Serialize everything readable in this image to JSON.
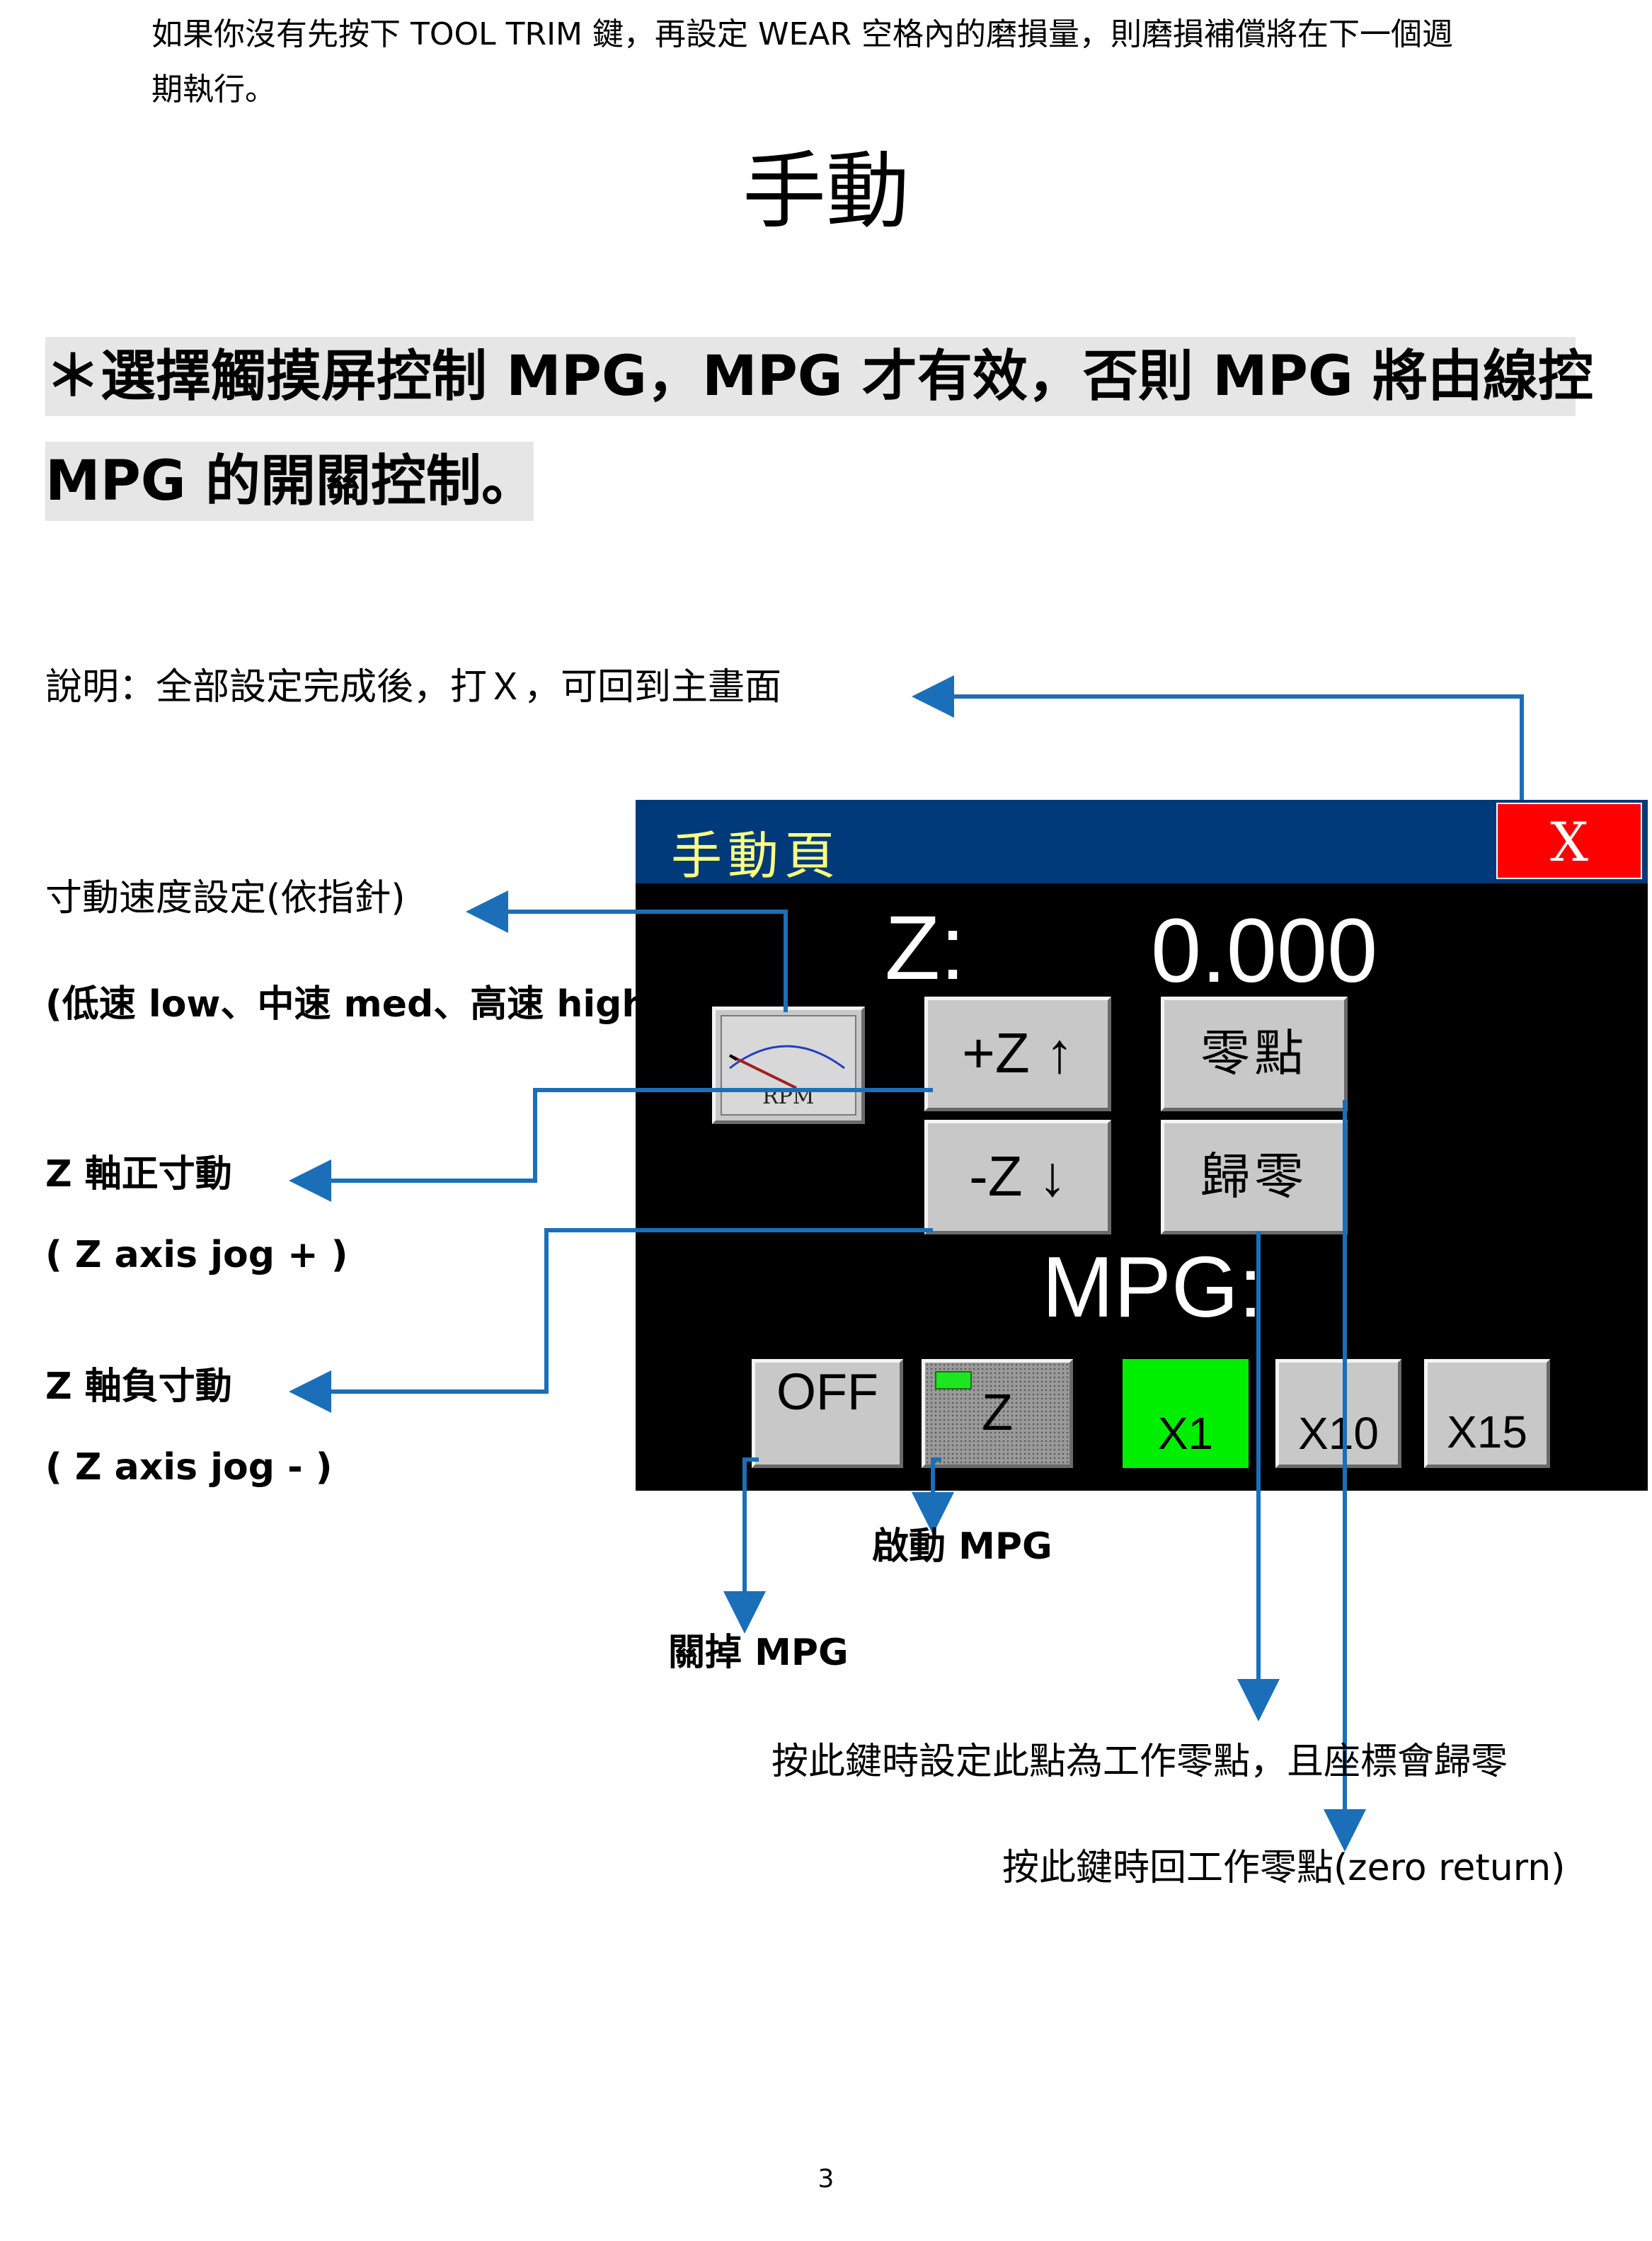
{
  "intro": {
    "line1": "如果你沒有先按下 TOOL TRIM 鍵，再設定 WEAR 空格內的磨損量，則磨損補償將在下一個週",
    "line2": "期執行。"
  },
  "heading": "手動",
  "banner": {
    "line1": "＊選擇觸摸屏控制 MPG，MPG 才有效，否則 MPG 將由線控",
    "line2": "MPG 的開關控制。"
  },
  "annotations": {
    "note": "說明：全部設定完成後，打Ｘ，可回到主畫面",
    "jog_speed": "寸動速度設定(依指針)",
    "speeds": "(低速 low、中速 med、高速 high",
    "z_plus_cn": "Z 軸正寸動",
    "z_plus_en": "( Z axis jog + )",
    "z_minus_cn": "Z 軸負寸動",
    "z_minus_en": "( Z axis jog - )",
    "mpg_on": "啟動 MPG",
    "mpg_off": "關掉 MPG",
    "set_zero": "按此鍵時設定此點為工作零點，且座標會歸零",
    "zero_return": "按此鍵時回工作零點(zero return)"
  },
  "panel": {
    "title": "手動頁",
    "close_label": "X",
    "axis_label": "Z:",
    "axis_value": "0.000",
    "rpm_label": "RPM",
    "btn_zplus": "+Z ↑",
    "btn_zminus": "-Z ↓",
    "btn_zero": "零點",
    "btn_return": "歸零",
    "mpg_label": "MPG:",
    "mpg_off": "OFF",
    "mpg_z": "Z",
    "x1": "X1",
    "x10": "X10",
    "x15": "X15"
  },
  "colors": {
    "titlebar": "#003a7a",
    "close": "#ff0000",
    "active_step": "#00ee00",
    "arrow": "#1a6fb8",
    "banner": "#e6e6e6"
  },
  "page_number": "3"
}
